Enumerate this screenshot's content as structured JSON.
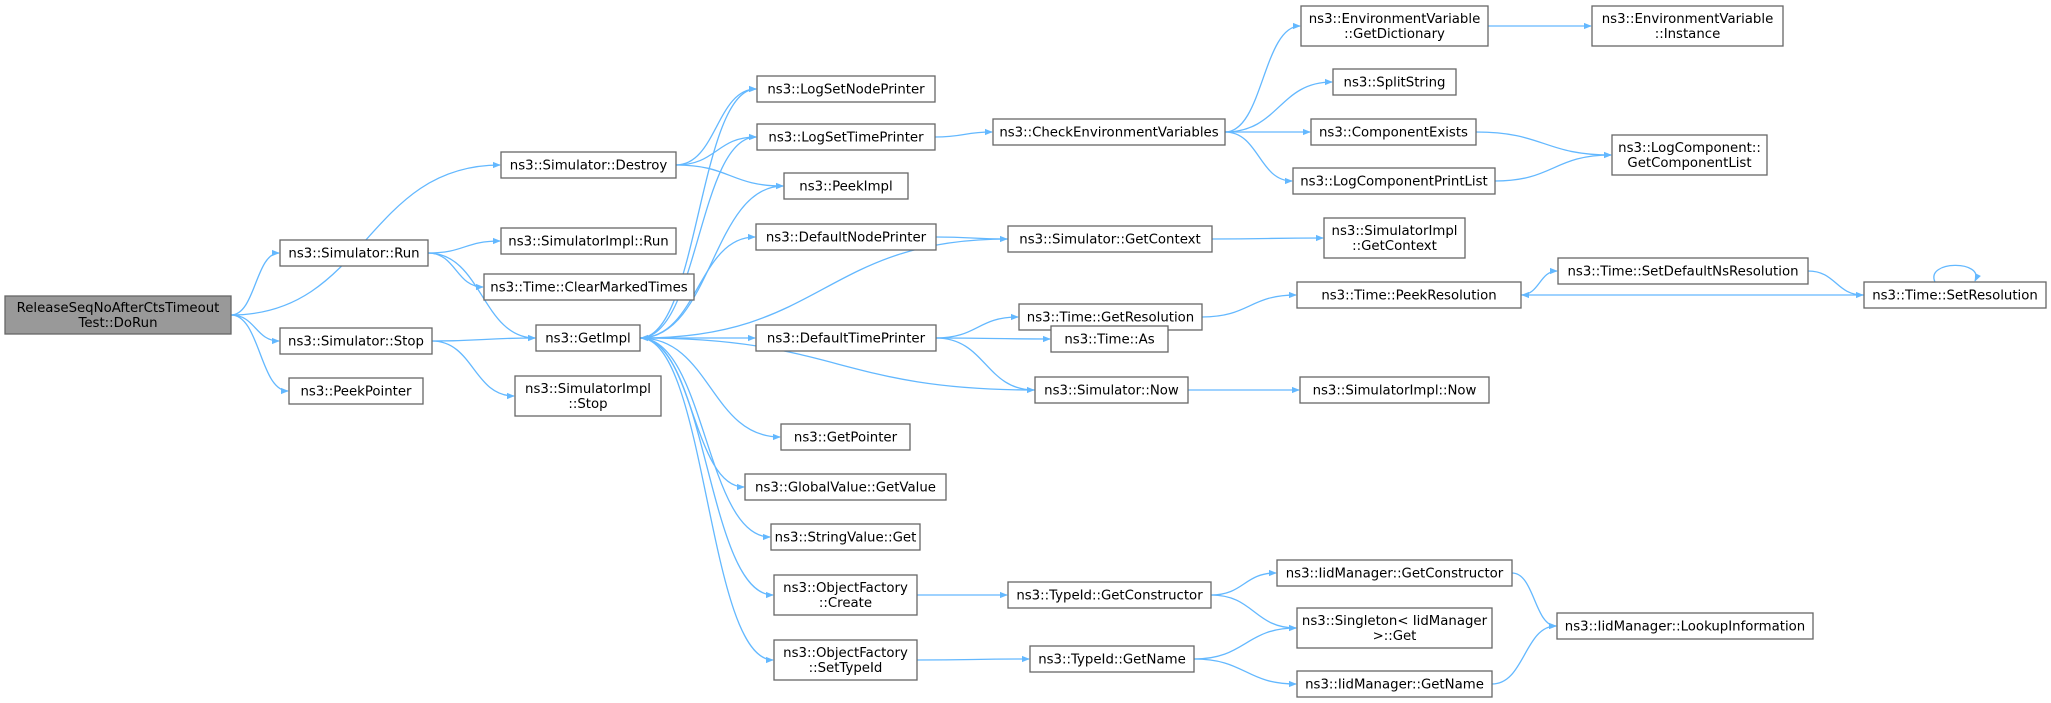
{
  "diagram": {
    "colors": {
      "edge": "#63b8ff",
      "node_border": "#666666",
      "root_fill": "#999999",
      "node_fill": "#ffffff"
    },
    "nodes": [
      {
        "id": "root",
        "lines": [
          "ReleaseSeqNoAfterCtsTimeout",
          "Test::DoRun"
        ],
        "root": true
      },
      {
        "id": "sim_destroy",
        "lines": [
          "ns3::Simulator::Destroy"
        ]
      },
      {
        "id": "sim_run",
        "lines": [
          "ns3::Simulator::Run"
        ]
      },
      {
        "id": "sim_stop",
        "lines": [
          "ns3::Simulator::Stop"
        ]
      },
      {
        "id": "peekpointer",
        "lines": [
          "ns3::PeekPointer"
        ]
      },
      {
        "id": "simimpl_run",
        "lines": [
          "ns3::SimulatorImpl::Run"
        ]
      },
      {
        "id": "clearmarked",
        "lines": [
          "ns3::Time::ClearMarkedTimes"
        ]
      },
      {
        "id": "getimpl",
        "lines": [
          "ns3::GetImpl"
        ]
      },
      {
        "id": "simimpl_stop",
        "lines": [
          "ns3::SimulatorImpl",
          "::Stop"
        ]
      },
      {
        "id": "lognodeprinter",
        "lines": [
          "ns3::LogSetNodePrinter"
        ]
      },
      {
        "id": "logtimeprinter",
        "lines": [
          "ns3::LogSetTimePrinter"
        ]
      },
      {
        "id": "peekimpl",
        "lines": [
          "ns3::PeekImpl"
        ]
      },
      {
        "id": "defnodeprinter",
        "lines": [
          "ns3::DefaultNodePrinter"
        ]
      },
      {
        "id": "deftimeprinter",
        "lines": [
          "ns3::DefaultTimePrinter"
        ]
      },
      {
        "id": "getpointer",
        "lines": [
          "ns3::GetPointer"
        ]
      },
      {
        "id": "gv_getvalue",
        "lines": [
          "ns3::GlobalValue::GetValue"
        ]
      },
      {
        "id": "sv_get",
        "lines": [
          "ns3::StringValue::Get"
        ]
      },
      {
        "id": "of_create",
        "lines": [
          "ns3::ObjectFactory",
          "::Create"
        ]
      },
      {
        "id": "of_settypeid",
        "lines": [
          "ns3::ObjectFactory",
          "::SetTypeId"
        ]
      },
      {
        "id": "checkenv",
        "lines": [
          "ns3::CheckEnvironmentVariables"
        ]
      },
      {
        "id": "getcontext",
        "lines": [
          "ns3::Simulator::GetContext"
        ]
      },
      {
        "id": "getresolution",
        "lines": [
          "ns3::Time::GetResolution"
        ]
      },
      {
        "id": "time_as",
        "lines": [
          "ns3::Time::As"
        ]
      },
      {
        "id": "sim_now",
        "lines": [
          "ns3::Simulator::Now"
        ]
      },
      {
        "id": "tid_getctor",
        "lines": [
          "ns3::TypeId::GetConstructor"
        ]
      },
      {
        "id": "tid_getname",
        "lines": [
          "ns3::TypeId::GetName"
        ]
      },
      {
        "id": "env_getdict",
        "lines": [
          "ns3::EnvironmentVariable",
          "::GetDictionary"
        ]
      },
      {
        "id": "splitstring",
        "lines": [
          "ns3::SplitString"
        ]
      },
      {
        "id": "compexists",
        "lines": [
          "ns3::ComponentExists"
        ]
      },
      {
        "id": "logcompprint",
        "lines": [
          "ns3::LogComponentPrintList"
        ]
      },
      {
        "id": "simimpl_getctx",
        "lines": [
          "ns3::SimulatorImpl",
          "::GetContext"
        ]
      },
      {
        "id": "peekresolution",
        "lines": [
          "ns3::Time::PeekResolution"
        ]
      },
      {
        "id": "simimpl_now",
        "lines": [
          "ns3::SimulatorImpl::Now"
        ]
      },
      {
        "id": "iid_getctor",
        "lines": [
          "ns3::IidManager::GetConstructor"
        ]
      },
      {
        "id": "singleton_get",
        "lines": [
          "ns3::Singleton< IidManager",
          ">::Get"
        ]
      },
      {
        "id": "iid_getname",
        "lines": [
          "ns3::IidManager::GetName"
        ]
      },
      {
        "id": "env_instance",
        "lines": [
          "ns3::EnvironmentVariable",
          "::Instance"
        ]
      },
      {
        "id": "logcomp_getlist",
        "lines": [
          "ns3::LogComponent::",
          "GetComponentList"
        ]
      },
      {
        "id": "setdefaultns",
        "lines": [
          "ns3::Time::SetDefaultNsResolution"
        ]
      },
      {
        "id": "setresolution",
        "lines": [
          "ns3::Time::SetResolution"
        ]
      },
      {
        "id": "iid_lookup",
        "lines": [
          "ns3::IidManager::LookupInformation"
        ]
      }
    ],
    "edges": [
      [
        "root",
        "sim_destroy"
      ],
      [
        "root",
        "sim_run"
      ],
      [
        "root",
        "sim_stop"
      ],
      [
        "root",
        "peekpointer"
      ],
      [
        "sim_destroy",
        "lognodeprinter"
      ],
      [
        "sim_destroy",
        "logtimeprinter"
      ],
      [
        "sim_destroy",
        "peekimpl"
      ],
      [
        "sim_run",
        "simimpl_run"
      ],
      [
        "sim_run",
        "clearmarked"
      ],
      [
        "sim_run",
        "getimpl"
      ],
      [
        "sim_stop",
        "getimpl"
      ],
      [
        "sim_stop",
        "simimpl_stop"
      ],
      [
        "getimpl",
        "lognodeprinter"
      ],
      [
        "getimpl",
        "logtimeprinter"
      ],
      [
        "getimpl",
        "peekimpl"
      ],
      [
        "getimpl",
        "defnodeprinter"
      ],
      [
        "getimpl",
        "deftimeprinter"
      ],
      [
        "getimpl",
        "getpointer"
      ],
      [
        "getimpl",
        "gv_getvalue"
      ],
      [
        "getimpl",
        "sv_get"
      ],
      [
        "getimpl",
        "of_create"
      ],
      [
        "getimpl",
        "of_settypeid"
      ],
      [
        "logtimeprinter",
        "checkenv"
      ],
      [
        "defnodeprinter",
        "getcontext"
      ],
      [
        "getcontext",
        "getimpl"
      ],
      [
        "getcontext",
        "simimpl_getctx"
      ],
      [
        "deftimeprinter",
        "getresolution"
      ],
      [
        "deftimeprinter",
        "time_as"
      ],
      [
        "deftimeprinter",
        "sim_now"
      ],
      [
        "sim_now",
        "getimpl"
      ],
      [
        "sim_now",
        "simimpl_now"
      ],
      [
        "checkenv",
        "env_getdict"
      ],
      [
        "checkenv",
        "splitstring"
      ],
      [
        "checkenv",
        "compexists"
      ],
      [
        "checkenv",
        "logcompprint"
      ],
      [
        "env_getdict",
        "env_instance"
      ],
      [
        "compexists",
        "logcomp_getlist"
      ],
      [
        "logcompprint",
        "logcomp_getlist"
      ],
      [
        "getresolution",
        "peekresolution"
      ],
      [
        "peekresolution",
        "setdefaultns"
      ],
      [
        "setdefaultns",
        "setresolution"
      ],
      [
        "setresolution",
        "peekresolution"
      ],
      [
        "setresolution",
        "setresolution"
      ],
      [
        "of_create",
        "tid_getctor"
      ],
      [
        "of_settypeid",
        "tid_getname"
      ],
      [
        "tid_getctor",
        "iid_getctor"
      ],
      [
        "tid_getctor",
        "singleton_get"
      ],
      [
        "tid_getname",
        "singleton_get"
      ],
      [
        "tid_getname",
        "iid_getname"
      ],
      [
        "iid_getctor",
        "iid_lookup"
      ],
      [
        "iid_getname",
        "iid_lookup"
      ]
    ]
  }
}
